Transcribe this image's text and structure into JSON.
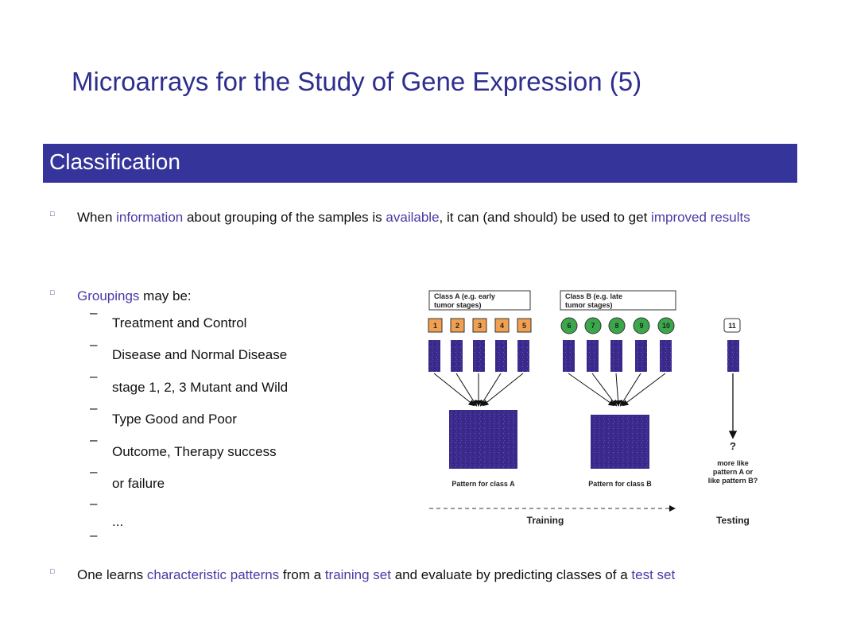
{
  "title": "Microarrays for the Study of Gene Expression (5)",
  "section": "Classification",
  "bullets": {
    "b1": {
      "p1": "When ",
      "h1": "information",
      "p2": " about grouping of the samples is ",
      "h2": "available",
      "p3": ", it can (and should) be used to get ",
      "h3": "improved results"
    },
    "b2": {
      "h1": "Groupings",
      "p1": " may be:"
    },
    "b3": {
      "p1": "One learns ",
      "h1": "characteristic patterns",
      "p2": " from a ",
      "h2": "training set",
      "p3": " and evaluate by predicting classes of a ",
      "h3": "test set"
    }
  },
  "groupings": [
    "Treatment and Control",
    "Disease and Normal Disease",
    "stage 1, 2, 3 Mutant and Wild",
    "Type Good and Poor",
    "Outcome, Therapy success",
    "or failure",
    "..."
  ],
  "dash": "–",
  "diagram": {
    "class_a_label_1": "Class A (e.g. early",
    "class_a_label_2": "tumor stages)",
    "class_b_label_1": "Class B (e.g. late",
    "class_b_label_2": "tumor stages)",
    "class_a_samples": [
      "1",
      "2",
      "3",
      "4",
      "5"
    ],
    "class_b_samples": [
      "6",
      "7",
      "8",
      "9",
      "10"
    ],
    "test_sample": "11",
    "pattern_a": "Pattern for class A",
    "pattern_b": "Pattern for class B",
    "question_1": "?",
    "question_2": "more like",
    "question_3": "pattern A or",
    "question_4": "like pattern B?",
    "training": "Training",
    "testing": "Testing",
    "colors": {
      "class_a": "#f0a050",
      "class_b": "#3aa84a",
      "array": "#3b2a8c"
    }
  }
}
